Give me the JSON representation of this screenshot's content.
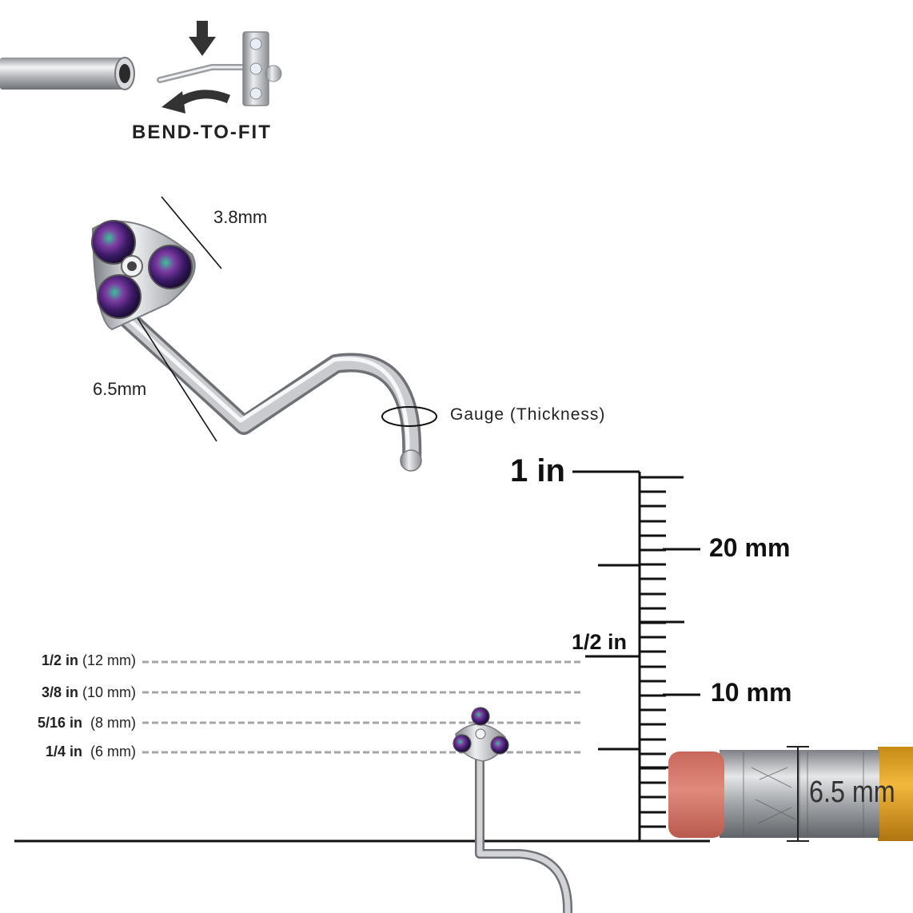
{
  "bend_label": "BEND-TO-FIT",
  "dimensions": {
    "top_width": "3.8mm",
    "post_length": "6.5mm",
    "gauge": "Gauge (Thickness)"
  },
  "ruler": {
    "inch_1": "1 in",
    "mm_20": "20 mm",
    "inch_half": "1/2 in",
    "mm_10": "10 mm",
    "pencil_measure": "6.5 mm"
  },
  "size_lines": [
    {
      "inch": "1/2 in",
      "mm": "(12 mm)"
    },
    {
      "inch": "3/8 in",
      "mm": "(10 mm)"
    },
    {
      "inch": "5/16 in",
      "mm": "(8 mm)"
    },
    {
      "inch": "1/4 in",
      "mm": "(6 mm)"
    }
  ],
  "colors": {
    "metal": "#b9bcc2",
    "gem": "#6a2a8a",
    "eraser": "#d98070",
    "pencil": "#e3a62b",
    "ink": "#111111"
  },
  "icons": [
    "down-arrow-icon",
    "curved-arrow-icon"
  ]
}
